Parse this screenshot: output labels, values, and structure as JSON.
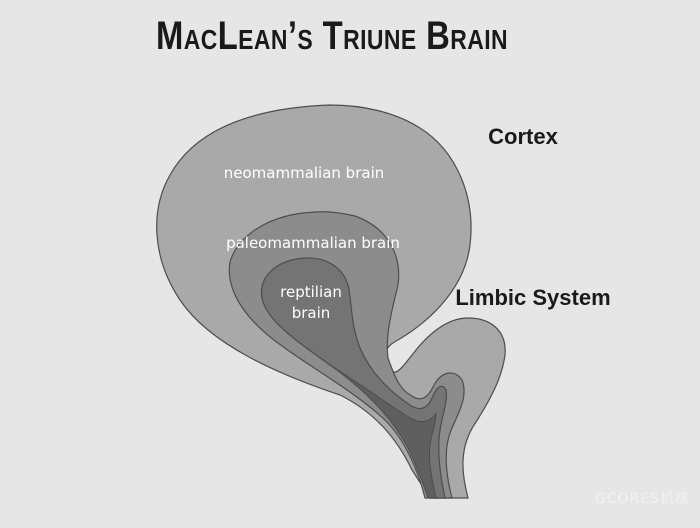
{
  "title": "MacLean’s Triune Brain",
  "layers": {
    "neomammalian": "neomammalian brain",
    "paleomammalian": "paleomammalian brain",
    "reptilian_line1": "reptilian",
    "reptilian_line2": "brain"
  },
  "side_labels": {
    "cortex": "Cortex",
    "limbic": "Limbic System"
  },
  "watermark": "GCORES机核",
  "colors": {
    "background": "#e6e6e6",
    "neomammalian": "#a9a9a9",
    "paleomammalian": "#8c8c8c",
    "reptilian": "#747474",
    "outline": "#4d4d4d"
  }
}
